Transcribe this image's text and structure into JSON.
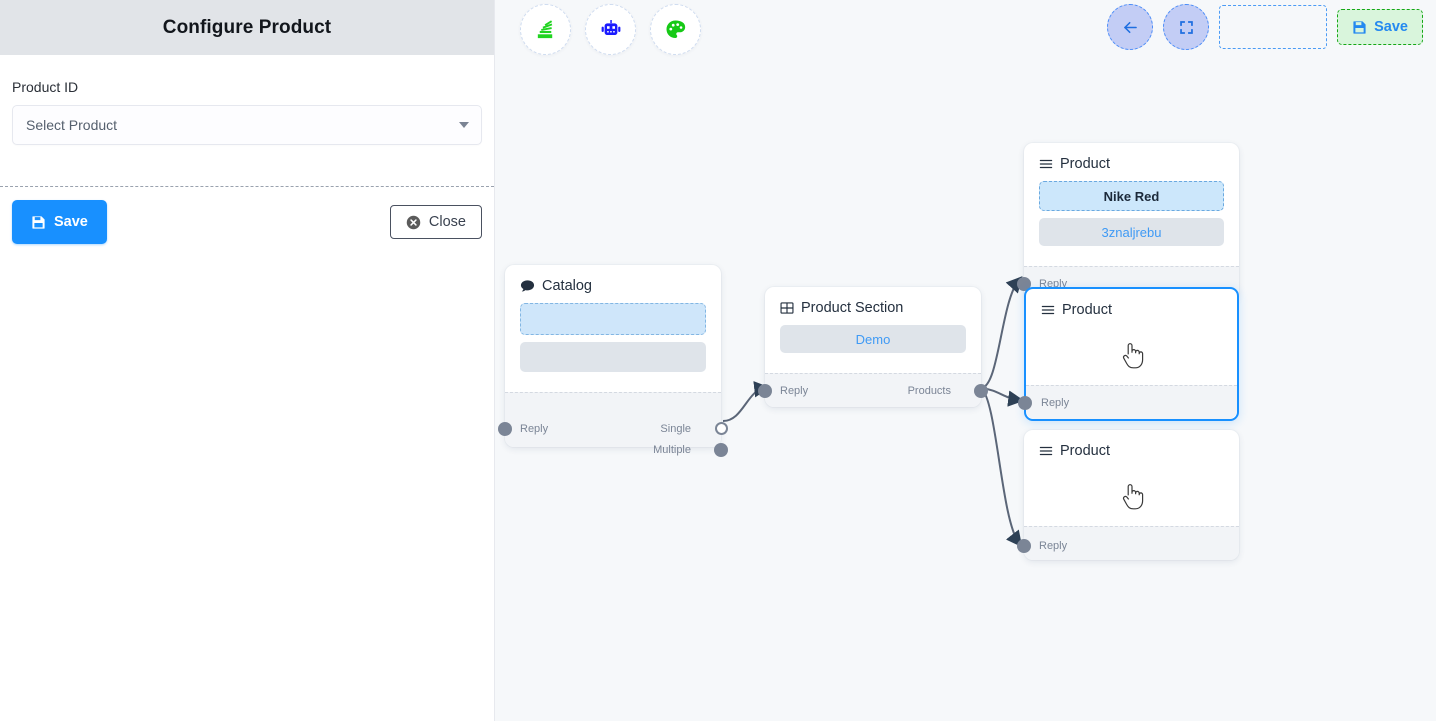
{
  "panel": {
    "title": "Configure Product",
    "field_label": "Product ID",
    "select_placeholder": "Select Product",
    "save_label": "Save",
    "close_label": "Close",
    "save_icon": "floppy-disk-icon",
    "close_icon": "circle-x-icon",
    "caret_icon": "chevron-down-icon"
  },
  "canvas": {
    "left_toolbar": [
      {
        "name": "layers-stack-icon",
        "label": "Layers",
        "color": "#21d421"
      },
      {
        "name": "robot-icon",
        "label": "Bot",
        "color": "#1a1aff"
      },
      {
        "name": "palette-icon",
        "label": "Theme",
        "color": "#16c916"
      }
    ],
    "right_toolbar": {
      "back_icon": "arrow-left-icon",
      "fit_icon": "compress-arrows-icon",
      "empty_slot": "",
      "save_label": "Save",
      "save_icon": "floppy-disk-icon"
    }
  },
  "nodes": [
    {
      "id": "catalog",
      "title": "Catalog",
      "icon": "chat-bubble-icon",
      "chips": [
        {
          "text": "",
          "style": "blank-blue"
        },
        {
          "text": "",
          "style": "blank-grey"
        }
      ],
      "ports_in": [
        {
          "label": "Reply"
        }
      ],
      "ports_out": [
        {
          "label": "Single"
        },
        {
          "label": "Multiple"
        }
      ]
    },
    {
      "id": "product-section",
      "title": "Product Section",
      "icon": "table-grid-icon",
      "chips": [
        {
          "text": "Demo",
          "style": "grey"
        }
      ],
      "ports_in": [
        {
          "label": "Reply"
        }
      ],
      "ports_out": [
        {
          "label": "Products"
        }
      ]
    },
    {
      "id": "product-1",
      "title": "Product",
      "icon": "list-lines-icon",
      "chips": [
        {
          "text": "Nike Red",
          "style": "dashed"
        },
        {
          "text": "3znaljrebu",
          "style": "grey"
        }
      ],
      "ports_in": [
        {
          "label": "Reply"
        }
      ],
      "ports_out": [],
      "selected": false
    },
    {
      "id": "product-2",
      "title": "Product",
      "icon": "list-lines-icon",
      "chips": [],
      "ports_in": [
        {
          "label": "Reply"
        }
      ],
      "ports_out": [],
      "selected": true
    },
    {
      "id": "product-3",
      "title": "Product",
      "icon": "list-lines-icon",
      "chips": [],
      "ports_in": [
        {
          "label": "Reply"
        }
      ],
      "ports_out": [],
      "selected": false
    }
  ],
  "colors": {
    "primary": "#1890ff",
    "panel_header": "#e1e4e8",
    "canvas_bg": "#f6f8fa",
    "port": "#7b8596",
    "edge": "#5b6678",
    "selected_border": "#1890ff",
    "save_green_bg": "#d9f5dc",
    "save_green_border": "#16a716"
  }
}
